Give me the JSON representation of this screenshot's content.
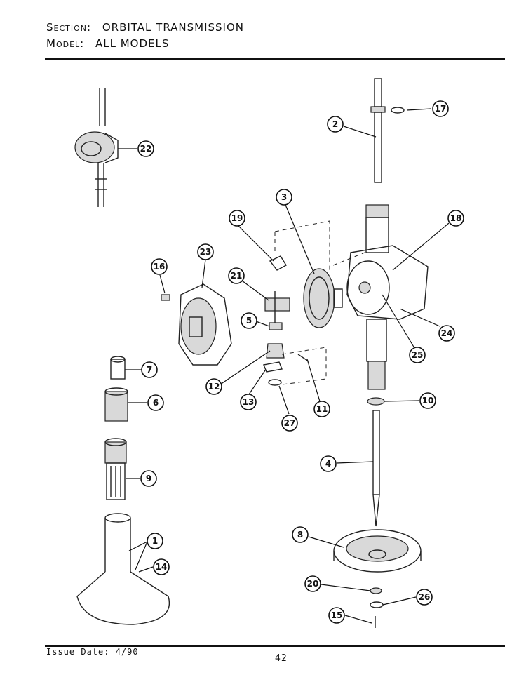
{
  "header": {
    "section_label": "Section:",
    "section_value": "ORBITAL TRANSMISSION",
    "model_label": "Model:",
    "model_value": "ALL MODELS"
  },
  "footer": {
    "issue_date": "Issue Date: 4/90",
    "page_number": "42"
  },
  "callouts": [
    "1",
    "2",
    "3",
    "4",
    "5",
    "6",
    "7",
    "8",
    "9",
    "10",
    "11",
    "12",
    "13",
    "14",
    "15",
    "16",
    "17",
    "18",
    "19",
    "20",
    "21",
    "22",
    "23",
    "24",
    "25",
    "26",
    "27"
  ]
}
